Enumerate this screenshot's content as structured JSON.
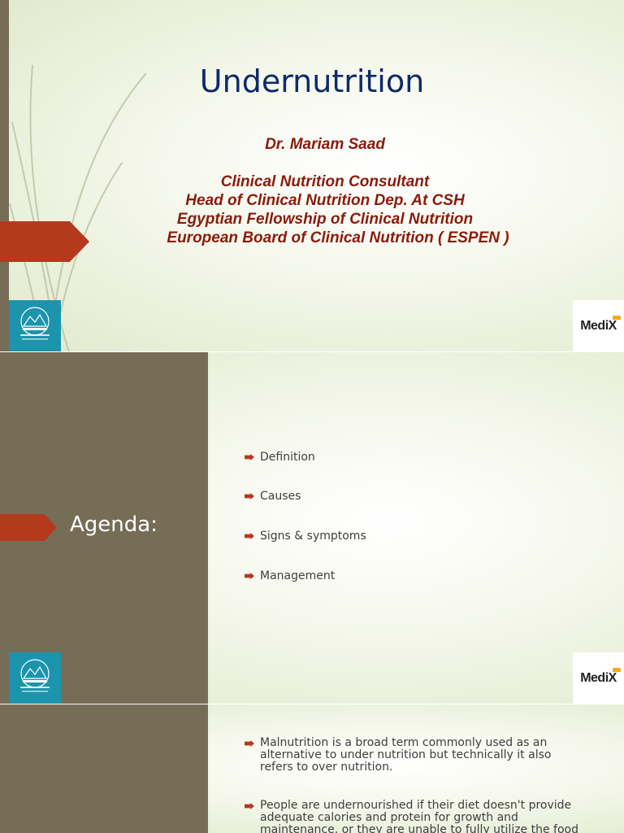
{
  "slide1": {
    "title": "Undernutrition",
    "author": "Dr. Mariam Saad",
    "roles": [
      "Clinical Nutrition Consultant",
      "Head of Clinical Nutrition Dep. At CSH",
      "Egyptian Fellowship of Clinical Nutrition",
      "European Board of Clinical Nutrition ( ESPEN )"
    ],
    "logo_left_icon": "zewail-city-logo",
    "logo_right_text": "MediX"
  },
  "slide2": {
    "title": "Agenda:",
    "items": [
      "Definition",
      "Causes",
      "Signs & symptoms",
      "Management"
    ],
    "logo_left_icon": "zewail-city-logo",
    "logo_right_text": "MediX"
  },
  "slide3": {
    "paragraphs": [
      "Malnutrition is a broad term commonly used as an alternative to under nutrition but technically it also refers to over nutrition.",
      "People are undernourished if their diet doesn't provide adequate calories and protein for growth and maintenance, or they are unable to fully utilize the food"
    ]
  },
  "colors": {
    "olive": "#766d57",
    "accent_red": "#b5391d",
    "title_blue": "#0e2a6b",
    "subtitle_red": "#8a1b0a",
    "logo_teal": "#1b94ac"
  }
}
